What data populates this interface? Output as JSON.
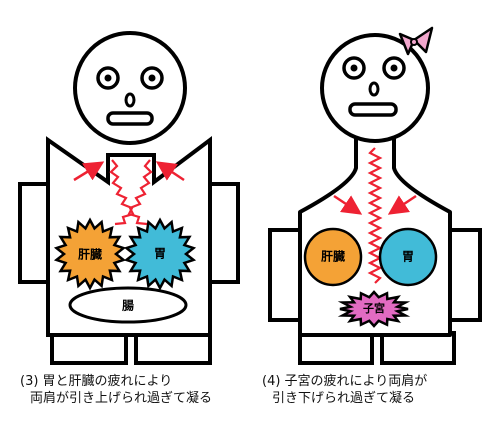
{
  "figure_left": {
    "organs": {
      "liver": "肝臓",
      "stomach": "胃",
      "intestine": "腸"
    },
    "caption_line1": "(3) 胃と肝臓の疲れにより",
    "caption_line2": "両肩が引き上げられ過ぎて凝る",
    "colors": {
      "liver_fill": "#F4A236",
      "stomach_fill": "#41BBD8",
      "intestine_fill": "#FFFFFF",
      "arrow": "#EE2233",
      "outline": "#000000"
    }
  },
  "figure_right": {
    "organs": {
      "liver": "肝臓",
      "stomach": "胃",
      "uterus": "子宮"
    },
    "caption_line1": "(4) 子宮の疲れにより両肩が",
    "caption_line2": "引き下げられ過ぎて凝る",
    "colors": {
      "liver_fill": "#F4A236",
      "stomach_fill": "#41BBD8",
      "uterus_fill": "#E26BC2",
      "bow_fill": "#F2A6CD",
      "arrow": "#EE2233",
      "outline": "#000000"
    }
  }
}
